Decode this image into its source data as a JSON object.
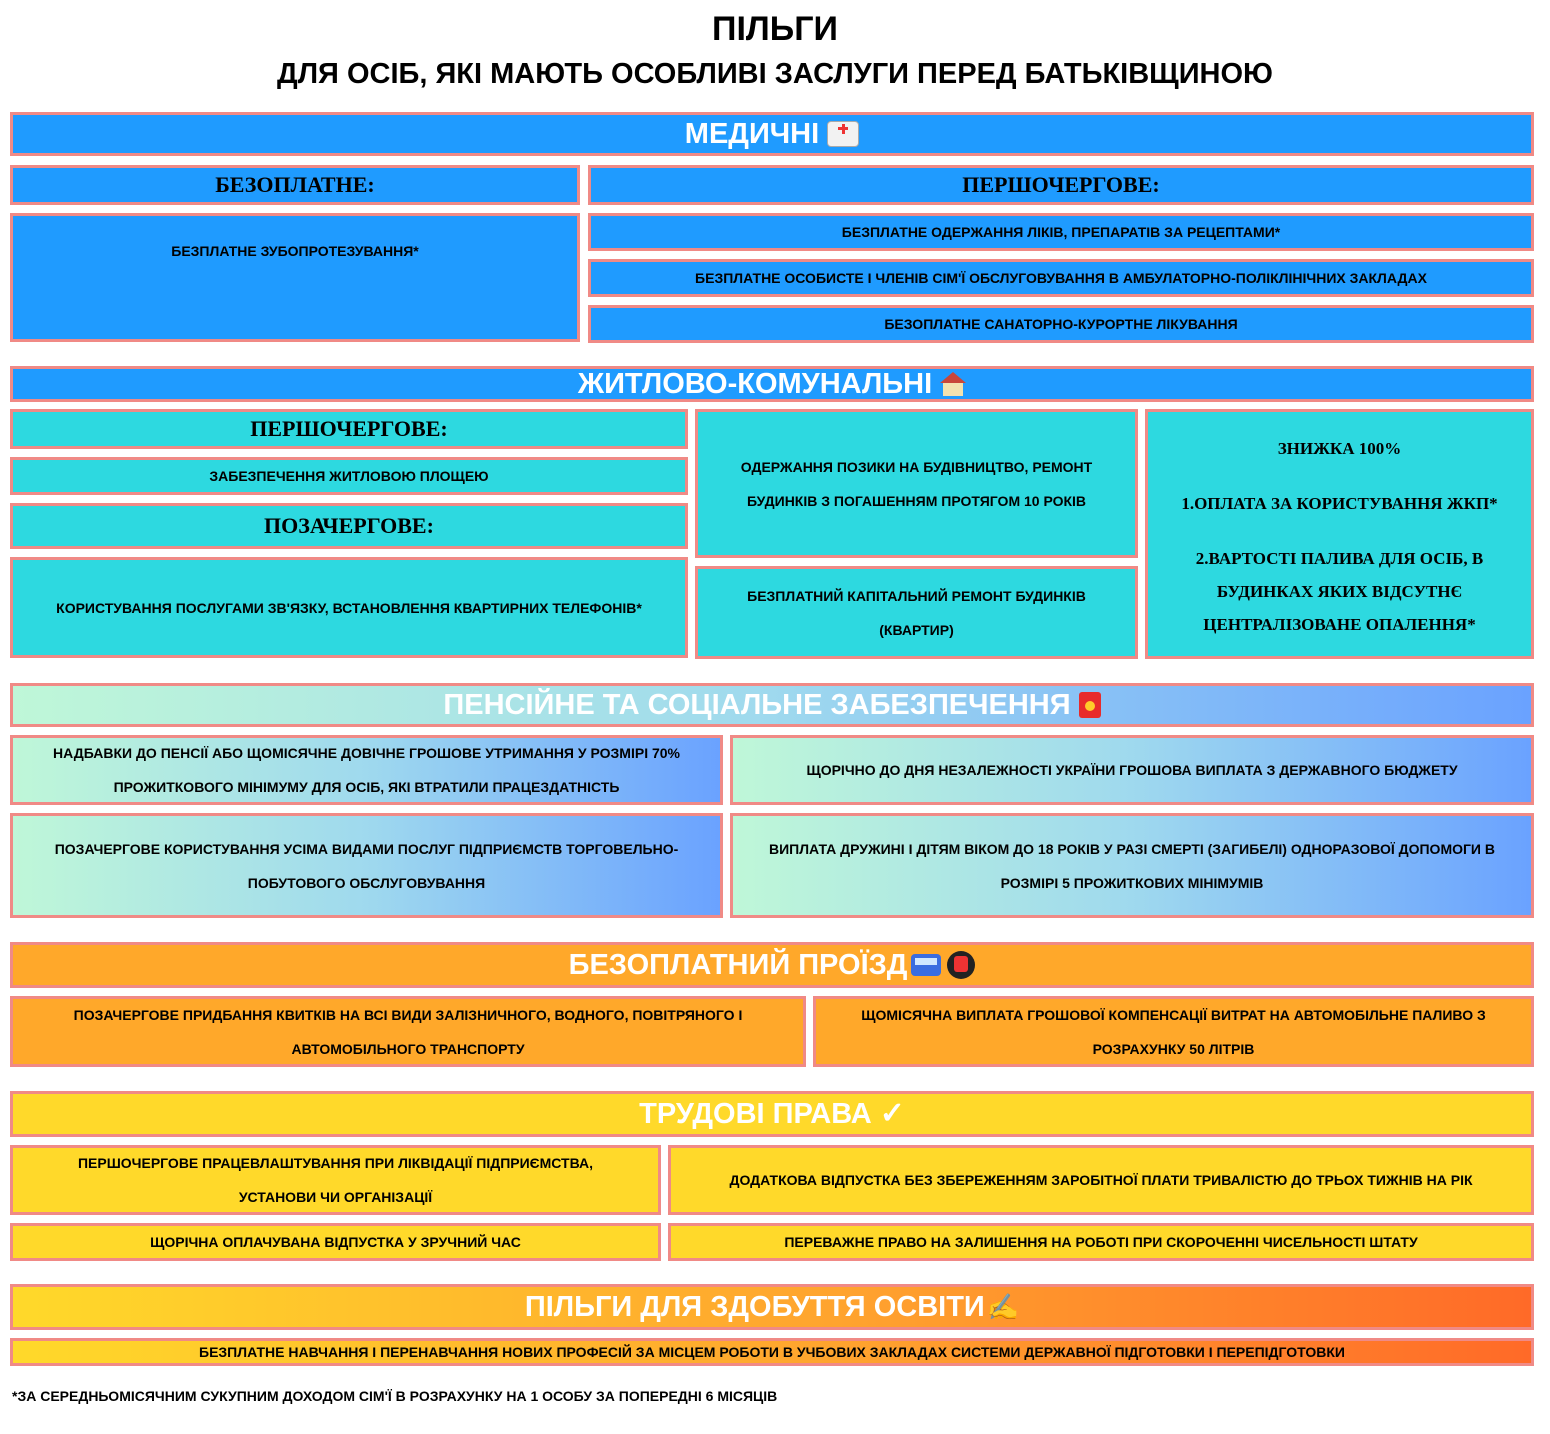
{
  "title": "ПІЛЬГИ",
  "subtitle": "ДЛЯ ОСІБ, ЯКІ МАЮТЬ ОСОБЛИВІ ЗАСЛУГИ ПЕРЕД БАТЬКІВЩИНОЮ",
  "medical": {
    "header": "МЕДИЧНІ",
    "icon": "ambulance-icon",
    "free_label": "БЕЗОПЛАТНЕ:",
    "priority_label": "ПЕРШОЧЕРГОВЕ:",
    "free_item": "БЕЗПЛАТНЕ ЗУБОПРОТЕЗУВАННЯ*",
    "priority_items": [
      "БЕЗПЛАТНЕ ОДЕРЖАННЯ ЛІКІВ, ПРЕПАРАТІВ ЗА РЕЦЕПТАМИ*",
      "БЕЗПЛАТНЕ ОСОБИСТЕ І ЧЛЕНІВ СІМ'Ї ОБСЛУГОВУВАННЯ В АМБУЛАТОРНО-ПОЛІКЛІНІЧНИХ ЗАКЛАДАХ",
      "БЕЗОПЛАТНЕ САНАТОРНО-КУРОРТНЕ ЛІКУВАННЯ"
    ]
  },
  "housing": {
    "header": "ЖИТЛОВО-КОМУНАЛЬНІ",
    "icon": "house-icon",
    "priority_label": "ПЕРШОЧЕРГОВЕ:",
    "priority_item": "ЗАБЕЗПЕЧЕННЯ ЖИТЛОВОЮ ПЛОЩЕЮ",
    "out_of_turn_label": "ПОЗАЧЕРГОВЕ:",
    "out_of_turn_item": "КОРИСТУВАННЯ ПОСЛУГАМИ ЗВ'ЯЗКУ, ВСТАНОВЛЕННЯ КВАРТИРНИХ ТЕЛЕФОНІВ*",
    "loan": "ОДЕРЖАННЯ ПОЗИКИ НА БУДІВНИЦТВО, РЕМОНТ БУДИНКІВ З ПОГАШЕННЯМ ПРОТЯГОМ 10 РОКІВ",
    "repair": "БЕЗПЛАТНИЙ КАПІТАЛЬНИЙ РЕМОНТ БУДИНКІВ (КВАРТИР)",
    "discount_title": "ЗНИЖКА 100%",
    "discount_1": "1.ОПЛАТА ЗА КОРИСТУВАННЯ ЖКП*",
    "discount_2": "2.ВАРТОСТІ ПАЛИВА ДЛЯ ОСІБ, В БУДИНКАХ ЯКИХ ВІДСУТНЄ ЦЕНТРАЛІЗОВАНЕ ОПАЛЕННЯ*"
  },
  "pension": {
    "header": "ПЕНСІЙНЕ ТА СОЦІАЛЬНЕ ЗАБЕЗПЕЧЕННЯ",
    "icon": "red-envelope-icon",
    "items": [
      "НАДБАВКИ ДО ПЕНСІЇ АБО ЩОМІСЯЧНЕ ДОВІЧНЕ ГРОШОВЕ УТРИМАННЯ У РОЗМІРІ 70% ПРОЖИТКОВОГО МІНІМУМУ ДЛЯ ОСІБ, ЯКІ ВТРАТИЛИ ПРАЦЕЗДАТНІСТЬ",
      "ЩОРІЧНО ДО ДНЯ НЕЗАЛЕЖНОСТІ УКРАЇНИ ГРОШОВА ВИПЛАТА    З ДЕРЖАВНОГО БЮДЖЕТУ",
      "ПОЗАЧЕРГОВЕ КОРИСТУВАННЯ УСІМА ВИДАМИ ПОСЛУГ ПІДПРИЄМСТВ ТОРГОВЕЛЬНО-ПОБУТОВОГО ОБСЛУГОВУВАННЯ",
      "ВИПЛАТА ДРУЖИНІ І ДІТЯМ ВІКОМ ДО 18 РОКІВ У РАЗІ СМЕРТІ (ЗАГИБЕЛІ) ОДНОРАЗОВОЇ ДОПОМОГИ В РОЗМІРІ 5 ПРОЖИТКОВИХ МІНІМУМІВ"
    ]
  },
  "travel": {
    "header": "БЕЗОПЛАТНИЙ ПРОЇЗД",
    "icons": [
      "bus-icon",
      "metro-icon"
    ],
    "items": [
      "ПОЗАЧЕРГОВЕ ПРИДБАННЯ КВИТКІВ НА ВСІ ВИДИ ЗАЛІЗНИЧНОГО, ВОДНОГО, ПОВІТРЯНОГО І АВТОМОБІЛЬНОГО ТРАНСПОРТУ",
      "ЩОМІСЯЧНА ВИПЛАТА ГРОШОВОЇ КОМПЕНСАЦІЇ ВИТРАТ НА АВТОМОБІЛЬНЕ ПАЛИВО З РОЗРАХУНКУ 50 ЛІТРІВ"
    ]
  },
  "labor": {
    "header": "ТРУДОВІ ПРАВА",
    "icon": "check-mark-icon",
    "icon_glyph": "✓",
    "items": [
      "ПЕРШОЧЕРГОВЕ ПРАЦЕВЛАШТУВАННЯ ПРИ ЛІКВІДАЦІЇ ПІДПРИЄМСТВА, УСТАНОВИ ЧИ ОРГАНІЗАЦІЇ",
      "ДОДАТКОВА ВІДПУСТКА БЕЗ ЗБЕРЕЖЕННЯМ ЗАРОБІТНОЇ ПЛАТИ ТРИВАЛІСТЮ ДО ТРЬОХ ТИЖНІВ НА РІК",
      "ЩОРІЧНА ОПЛАЧУВАНА ВІДПУСТКА У ЗРУЧНИЙ ЧАС",
      "ПЕРЕВАЖНЕ ПРАВО НА ЗАЛИШЕННЯ НА РОБОТІ ПРИ СКОРОЧЕННІ ЧИСЕЛЬНОСТІ ШТАТУ"
    ]
  },
  "education": {
    "header": "ПІЛЬГИ ДЛЯ ЗДОБУТТЯ ОСВІТИ",
    "icon": "writing-hand-icon",
    "icon_glyph": "✍",
    "item": "БЕЗПЛАТНЕ НАВЧАННЯ І ПЕРЕНАВЧАННЯ НОВИХ ПРОФЕСІЙ ЗА МІСЦЕМ РОБОТИ В УЧБОВИХ ЗАКЛАДАХ СИСТЕМИ ДЕРЖАВНОЇ ПІДГОТОВКИ І ПЕРЕПІДГОТОВКИ"
  },
  "footnote": "*ЗА СЕРЕДНЬОМІСЯЧНИМ СУКУПНИМ ДОХОДОМ СІМ'Ї В РОЗРАХУНКУ НА 1 ОСОБУ ЗА ПОПЕРЕДНІ 6 МІСЯЦІВ",
  "colors": {
    "medical": "#1f9bff",
    "housing": "#2dd9e0",
    "travel": "#ffa82a",
    "labor": "#ffd92a",
    "border": "#f08a86"
  }
}
